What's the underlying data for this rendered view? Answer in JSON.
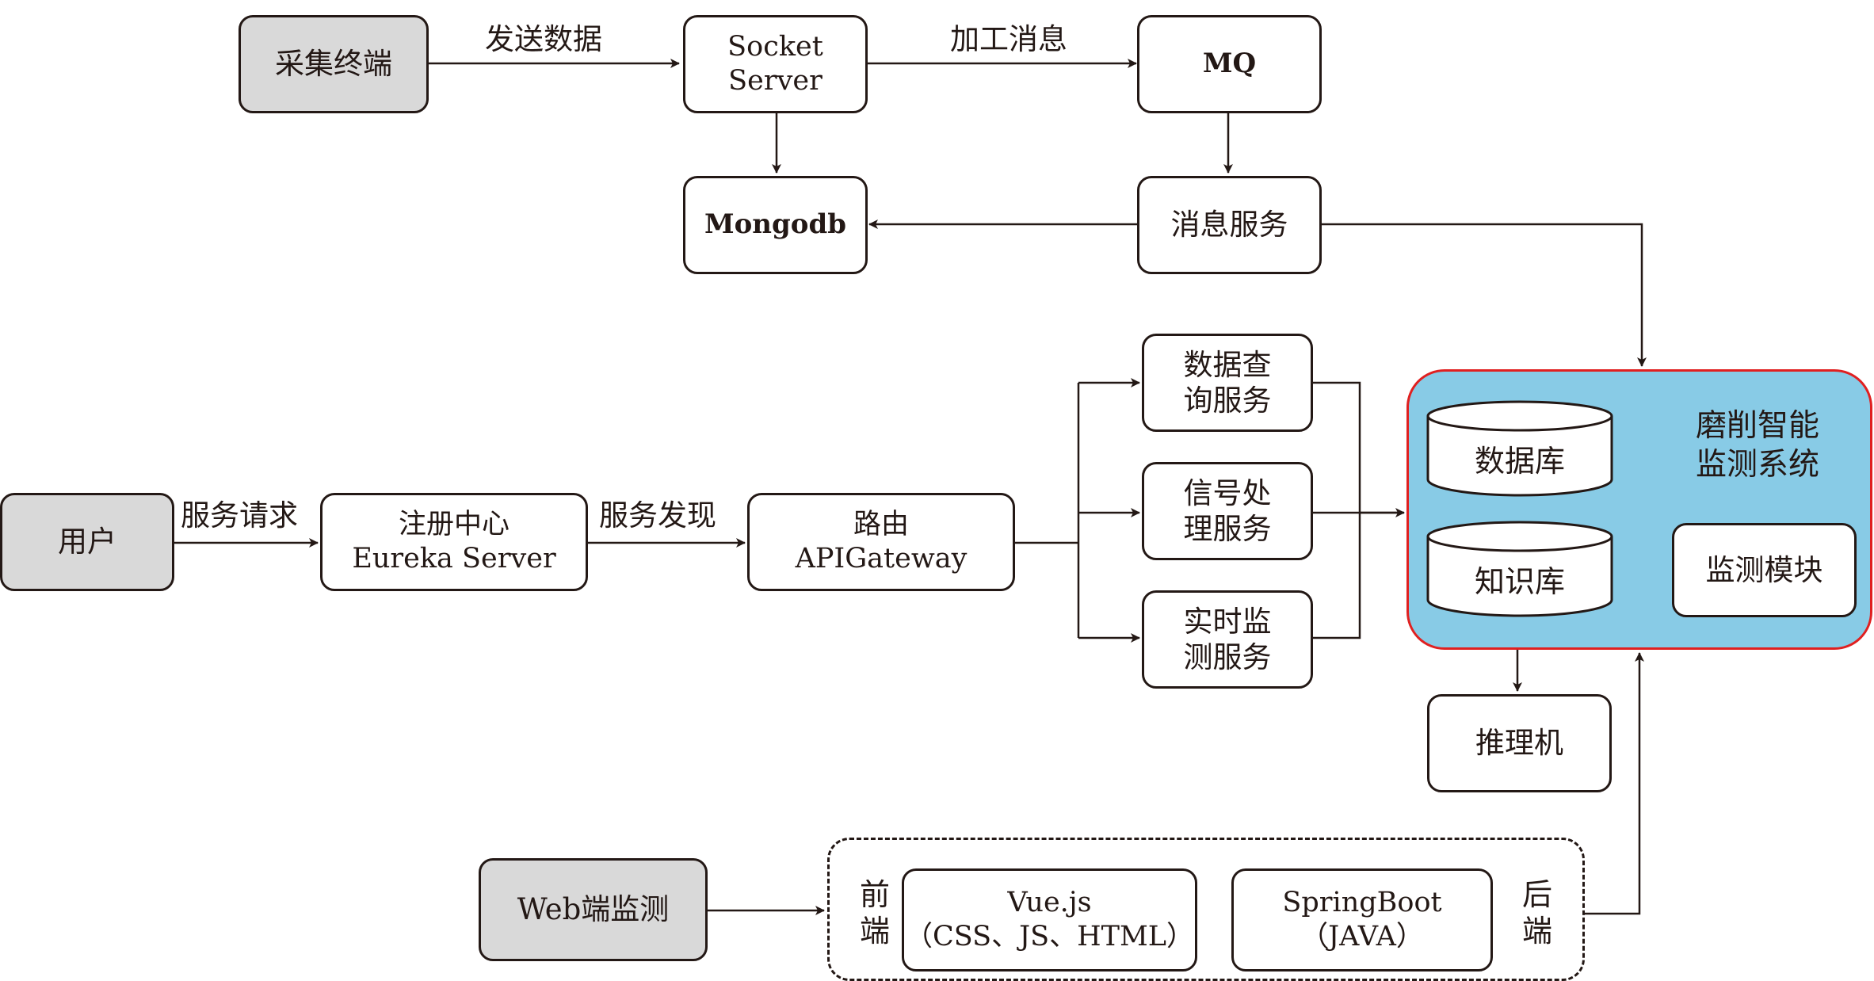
{
  "nodes": {
    "collector": "采集终端",
    "socket_server": [
      "Socket",
      "Server"
    ],
    "mq": "MQ",
    "mongodb": "Mongodb",
    "message_service": "消息服务",
    "user": "用户",
    "eureka": [
      "注册中心",
      "Eureka Server"
    ],
    "gateway": [
      "路由",
      "APIGateway"
    ],
    "query_service": [
      "数据查",
      "询服务"
    ],
    "signal_service": [
      "信号处",
      "理服务"
    ],
    "monitor_service": [
      "实时监",
      "测服务"
    ],
    "inference_engine": "推理机",
    "web_monitor": "Web端监测",
    "vue": [
      "Vue.js",
      "（CSS、JS、HTML）"
    ],
    "springboot": [
      "SpringBoot",
      "（JAVA）"
    ]
  },
  "system": {
    "title": [
      "磨削智能",
      "监测系统"
    ],
    "database": "数据库",
    "knowledge_base": "知识库",
    "monitor_module": "监测模块"
  },
  "edge_labels": {
    "send_data": "发送数据",
    "process_message": "加工消息",
    "service_request": "服务请求",
    "service_discovery": "服务发现"
  },
  "side_labels": {
    "frontend": [
      "前",
      "端"
    ],
    "backend": [
      "后",
      "端"
    ]
  },
  "colors": {
    "line": "#231815",
    "terminal_fill": "#d9d9d9",
    "system_fill": "#88cbe6",
    "system_border": "#e02020"
  }
}
